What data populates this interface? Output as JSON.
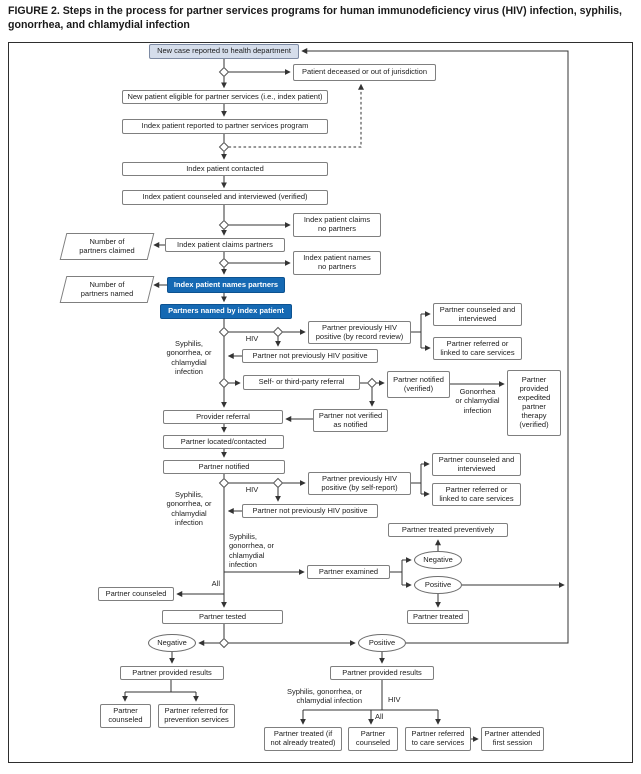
{
  "figure": {
    "title": "FIGURE 2. Steps in the process for partner services programs for human immunodeficiency virus (HIV) infection, syphilis, gonorrhea, and chlamydial infection"
  },
  "colors": {
    "highlight_fill": "#1569b3",
    "highlight_border": "#0d5290",
    "start_fill": "#d5ddeb",
    "start_border": "#7d8aa3",
    "box_border": "#7f7f7f",
    "line": "#333333"
  },
  "flowchart": {
    "nodes": {
      "new_case": "New case reported to health department",
      "deceased": "Patient deceased or out of jurisdiction",
      "eligible": "New patient eligible for partner services (i.e., index patient)",
      "reported": "Index patient reported to partner services program",
      "contacted": "Index patient contacted",
      "counseled_interviewed": "Index patient counseled and interviewed (verified)",
      "claims_no": "Index patient claims\nno partners",
      "claims": "Index patient claims partners",
      "num_claimed": "Number of\npartners claimed",
      "names_no": "Index patient names\nno partners",
      "names": "Index patient names partners",
      "num_named": "Number of\npartners named",
      "partners_named": "Partners named by index patient",
      "prev_hiv_record": "Partner previously HIV\npositive (by record review)",
      "pci_a": "Partner counseled and\ninterviewed",
      "prl_a": "Partner referred or\nlinked to care services",
      "nph_a": "Partner not previously HIV positive",
      "self_referral": "Self- or third-party referral",
      "notified_verified": "Partner notified\n(verified)",
      "ept": "Partner\nprovided\nexpedited\npartner\ntherapy\n(verified)",
      "not_verified": "Partner not verified\nas notified",
      "provider_referral": "Provider referral",
      "located": "Partner located/contacted",
      "notified": "Partner notified",
      "prev_hiv_self": "Partner previously HIV\npositive (by self-report)",
      "pci_b": "Partner counseled and\ninterviewed",
      "prl_b": "Partner referred or\nlinked to care services",
      "nph_b": "Partner not previously HIV positive",
      "treated_prev": "Partner treated preventively",
      "examined": "Partner examined",
      "neg_a": "Negative",
      "pos_a": "Positive",
      "counseled_a": "Partner counseled",
      "tested": "Partner tested",
      "treated": "Partner treated",
      "neg_b": "Negative",
      "pos_b": "Positive",
      "results_neg": "Partner provided results",
      "results_pos": "Partner provided results",
      "counseled_b": "Partner\ncounseled",
      "referred_prevention": "Partner referred for\nprevention services",
      "treated_if": "Partner treated (if\nnot already treated)",
      "counseled_c": "Partner\ncounseled",
      "referred_care": "Partner referred\nto care services",
      "attended": "Partner attended\nfirst session"
    },
    "edge_labels": {
      "hiv_a": "HIV",
      "hiv_b": "HIV",
      "hiv_c": "HIV",
      "all_a": "All",
      "all_b": "All",
      "stds_a": "Syphilis,\ngonorrhea, or\nchlamydial\ninfection",
      "stds_b": "Syphilis,\ngonorrhea, or\nchlamydial\ninfection",
      "stds_c": "Syphilis,\ngonorrhea, or\nchlamydial\ninfection",
      "stds_d": "Syphilis, gonorrhea, or\nchlamydial infection",
      "gc": "Gonorrhea\nor chlamydial\ninfection"
    }
  }
}
